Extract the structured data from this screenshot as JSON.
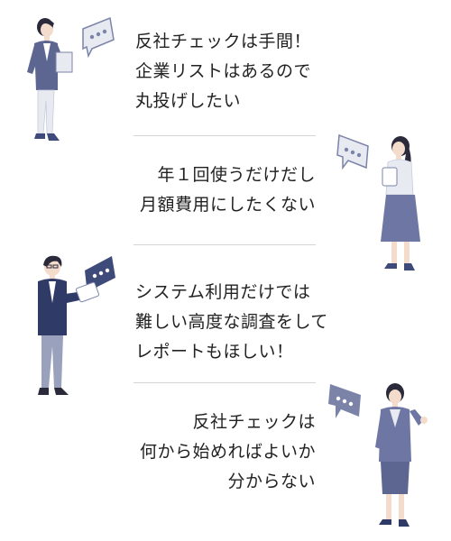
{
  "testimonials": [
    {
      "lines": [
        "反社チェックは手間！",
        "企業リストはあるので",
        "丸投げしたい"
      ]
    },
    {
      "lines": [
        "年１回使うだけだし",
        "月額費用にしたくない"
      ]
    },
    {
      "lines": [
        "システム利用だけでは",
        "難しい高度な調査をして",
        "レポートもほしい！"
      ]
    },
    {
      "lines": [
        "反社チェックは",
        "何から始めればよいか",
        "分からない"
      ]
    }
  ],
  "colors": {
    "navy": "#3d4a7a",
    "grey_blue": "#7b83a8",
    "light": "#e8eaf2",
    "skin": "#f4dccd",
    "hair": "#2a2a3a"
  }
}
